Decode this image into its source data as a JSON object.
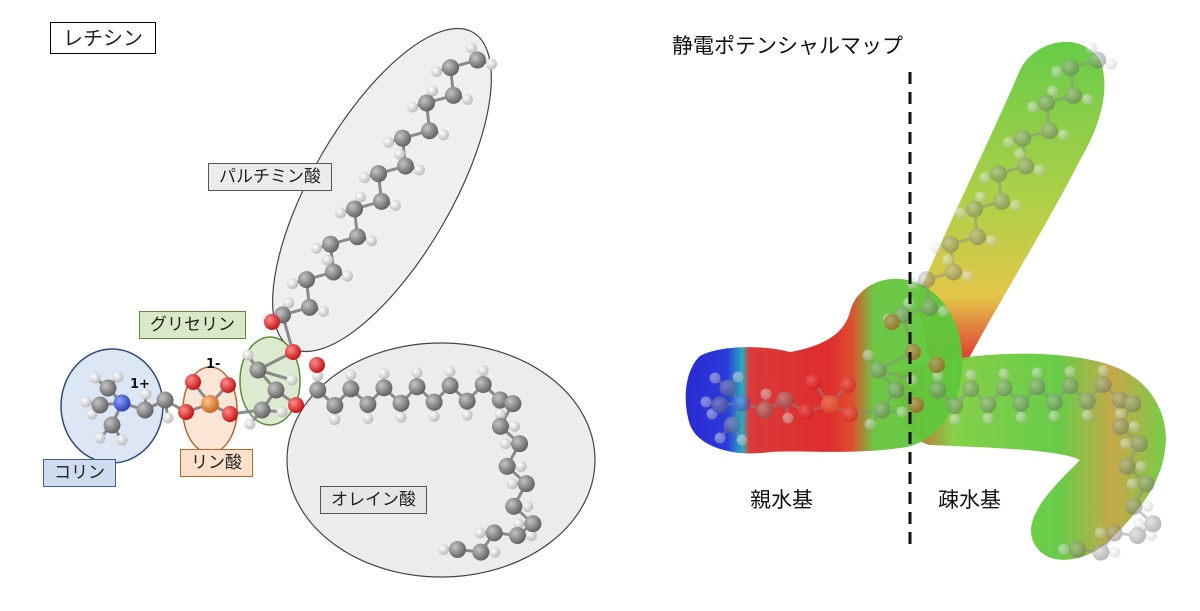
{
  "left_panel": {
    "title": "レチシン",
    "labels": {
      "palmitic_acid": "パルチミン酸",
      "glycerin": "グリセリン",
      "choline": "コリン",
      "phosphoric_acid": "リン酸",
      "oleic_acid": "オレイン酸"
    },
    "charges": {
      "choline": "1+",
      "phosphate": "1-"
    }
  },
  "right_panel": {
    "title": "静電ポテンシャルマップ",
    "hydrophilic_label": "親水基",
    "hydrophobic_label": "疎水基"
  },
  "colors": {
    "carbon": "#7a7a7a",
    "hydrogen": "#e4e4e4",
    "oxygen": "#e01818",
    "nitrogen": "#3a50c8",
    "phosphorus": "#e07a25",
    "map_negative": "#dd2222",
    "map_positive": "#1f1fd0",
    "map_neutral": "#5cc83a"
  }
}
